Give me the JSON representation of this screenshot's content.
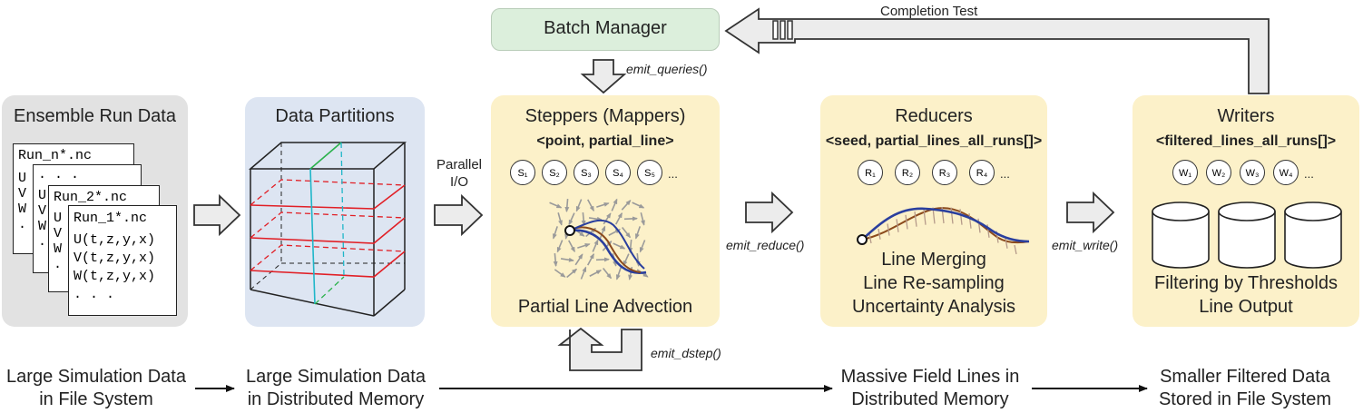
{
  "batch_manager": {
    "label": "Batch Manager"
  },
  "completion_test": "Completion Test",
  "emit": {
    "queries": "emit_queries()",
    "reduce": "emit_reduce()",
    "write": "emit_write()",
    "dstep": "emit_dstep()"
  },
  "parallel_io": {
    "line1": "Parallel",
    "line2": "I/O"
  },
  "ensemble": {
    "title": "Ensemble Run Data",
    "file_n": {
      "name": "Run_n*.nc",
      "lines": [
        "U",
        "V",
        "W",
        "."
      ]
    },
    "file_mid": {
      "lines": [
        ". . .",
        "U",
        "V",
        "W",
        "."
      ]
    },
    "file_2": {
      "name": "Run_2*.nc",
      "lines": [
        "U",
        "V",
        "W",
        "."
      ]
    },
    "file_1": {
      "name": "Run_1*.nc",
      "lines": [
        "U(t,z,y,x)",
        "V(t,z,y,x)",
        "W(t,z,y,x)",
        ". . ."
      ]
    }
  },
  "partitions": {
    "title": "Data Partitions"
  },
  "steppers": {
    "title": "Steppers (Mappers)",
    "kv": "<point, partial_line>",
    "items": [
      "S₁",
      "S₂",
      "S₃",
      "S₄",
      "S₅"
    ],
    "ellipsis": "...",
    "caption": "Partial Line Advection"
  },
  "reducers": {
    "title": "Reducers",
    "kv": "<seed, partial_lines_all_runs[]>",
    "items": [
      "R₁",
      "R₂",
      "R₃",
      "R₄"
    ],
    "ellipsis": "...",
    "captions": [
      "Line Merging",
      "Line Re-sampling",
      "Uncertainty Analysis"
    ]
  },
  "writers": {
    "title": "Writers",
    "kv": "<filtered_lines_all_runs[]>",
    "items": [
      "W₁",
      "W₂",
      "W₃",
      "W₄"
    ],
    "ellipsis": "...",
    "captions": [
      "Filtering by Thresholds",
      "Line Output"
    ]
  },
  "bottom": {
    "stage1": [
      "Large Simulation Data",
      "in File System"
    ],
    "stage2": [
      "Large Simulation Data",
      "in Distributed Memory"
    ],
    "stage3": [
      "Massive Field Lines in",
      "Distributed Memory"
    ],
    "stage4": [
      "Smaller Filtered Data",
      "Stored in File System"
    ]
  },
  "colors": {
    "gray_panel": "#e2e2e2",
    "blue_panel": "#dde5f2",
    "yellow_panel": "#fcf1c9",
    "green_box": "#dcefdc",
    "partition_red": "#e11f26",
    "partition_green": "#2bb24c",
    "partition_cyan": "#1fb6c9",
    "line_blue": "#2a3f9e",
    "line_brown": "#8b4a1c"
  }
}
